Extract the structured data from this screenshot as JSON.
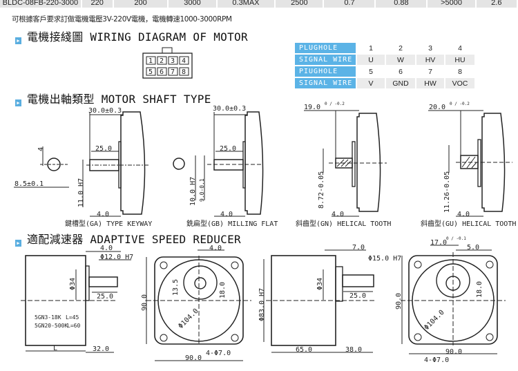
{
  "spec_row": [
    "BLDC-08FB-220-3000",
    "220",
    "200",
    "3000",
    "0.3MAX",
    "2500",
    "0.7",
    "0.88",
    ">5000",
    "2.6"
  ],
  "note": "可根據客戶要求訂做電機電壓3V-220V電機，電機轉速1000-3000RPM",
  "headings": {
    "wiring": "電機接綫圖 WIRING DIAGRAM OF MOTOR",
    "shaft": "電機出軸類型 MOTOR SHAFT TYPE",
    "reducer": "適配減速器 ADAPTIVE SPEED REDUCER"
  },
  "connector_pins": [
    "1",
    "2",
    "3",
    "4",
    "5",
    "6",
    "7",
    "8"
  ],
  "wiring_table": [
    {
      "header": "PLUGHOLE",
      "cells": [
        "1",
        "2",
        "3",
        "4"
      ]
    },
    {
      "header": "SIGNAL WIRE",
      "cells": [
        "U",
        "W",
        "HV",
        "HU"
      ]
    },
    {
      "header": "PIUGHOLE",
      "cells": [
        "5",
        "6",
        "7",
        "8"
      ]
    },
    {
      "header": "SIGNAL WIRE",
      "cells": [
        "V",
        "GND",
        "HW",
        "VOC"
      ]
    }
  ],
  "shafts": {
    "ga": {
      "length": "30.0±0.3",
      "shaft": "25.0",
      "key": "4",
      "dia_key": "8.5±0.1",
      "dia": "11.0 H7",
      "flange": "4.0",
      "caption": "鍵槽型(GA) TYPE KEYWAY"
    },
    "gb": {
      "length": "30.0±0.3",
      "shaft": "25.0",
      "dia": "10.0 H7",
      "flat": "9.0-0.1",
      "flange": "4.0",
      "caption": "銑扁型(GB) MILLING FLAT"
    },
    "gn": {
      "length": "19.0",
      "tol": "0 / -0.2",
      "dia": "8.72-0.05",
      "flange": "4.0",
      "caption": "斜齒型(GN) HELICAL TOOTH"
    },
    "gu": {
      "length": "20.0",
      "tol": "0 / -0.2",
      "dia": "11.26-0.05",
      "flange": "4.0",
      "caption": "斜齒型(GU) HELICAL TOOTH"
    }
  },
  "reducer_small": {
    "key": "4.0",
    "shaft_dia": "Φ12.0 H7",
    "boss": "Φ34",
    "shaft": "25.0",
    "models": [
      {
        "model": "5GN3-18K",
        "len": "L=45"
      },
      {
        "model": "5GN20-500K",
        "len": "L=60"
      }
    ],
    "length_mark": "L",
    "ext": "32.0",
    "height": "90.0",
    "offset": "13.5",
    "center": "18.0",
    "circle": "Φ104.0",
    "width": "90.0",
    "holes": "4-Φ7.0"
  },
  "reducer_large": {
    "key": "7.0",
    "shaft_dia": "Φ15.0 H7",
    "pilot": "Φ83.0 H7",
    "boss": "Φ34",
    "shaft": "25.0",
    "body": "65.0",
    "ext": "38.0",
    "keyh": "17.0",
    "keyh_tol": "0 / -0.1",
    "keyw": "5.0",
    "height": "90.0",
    "center": "18.0",
    "circle": "Φ104.0",
    "width": "90.0",
    "holes": "4-Φ7.0"
  }
}
